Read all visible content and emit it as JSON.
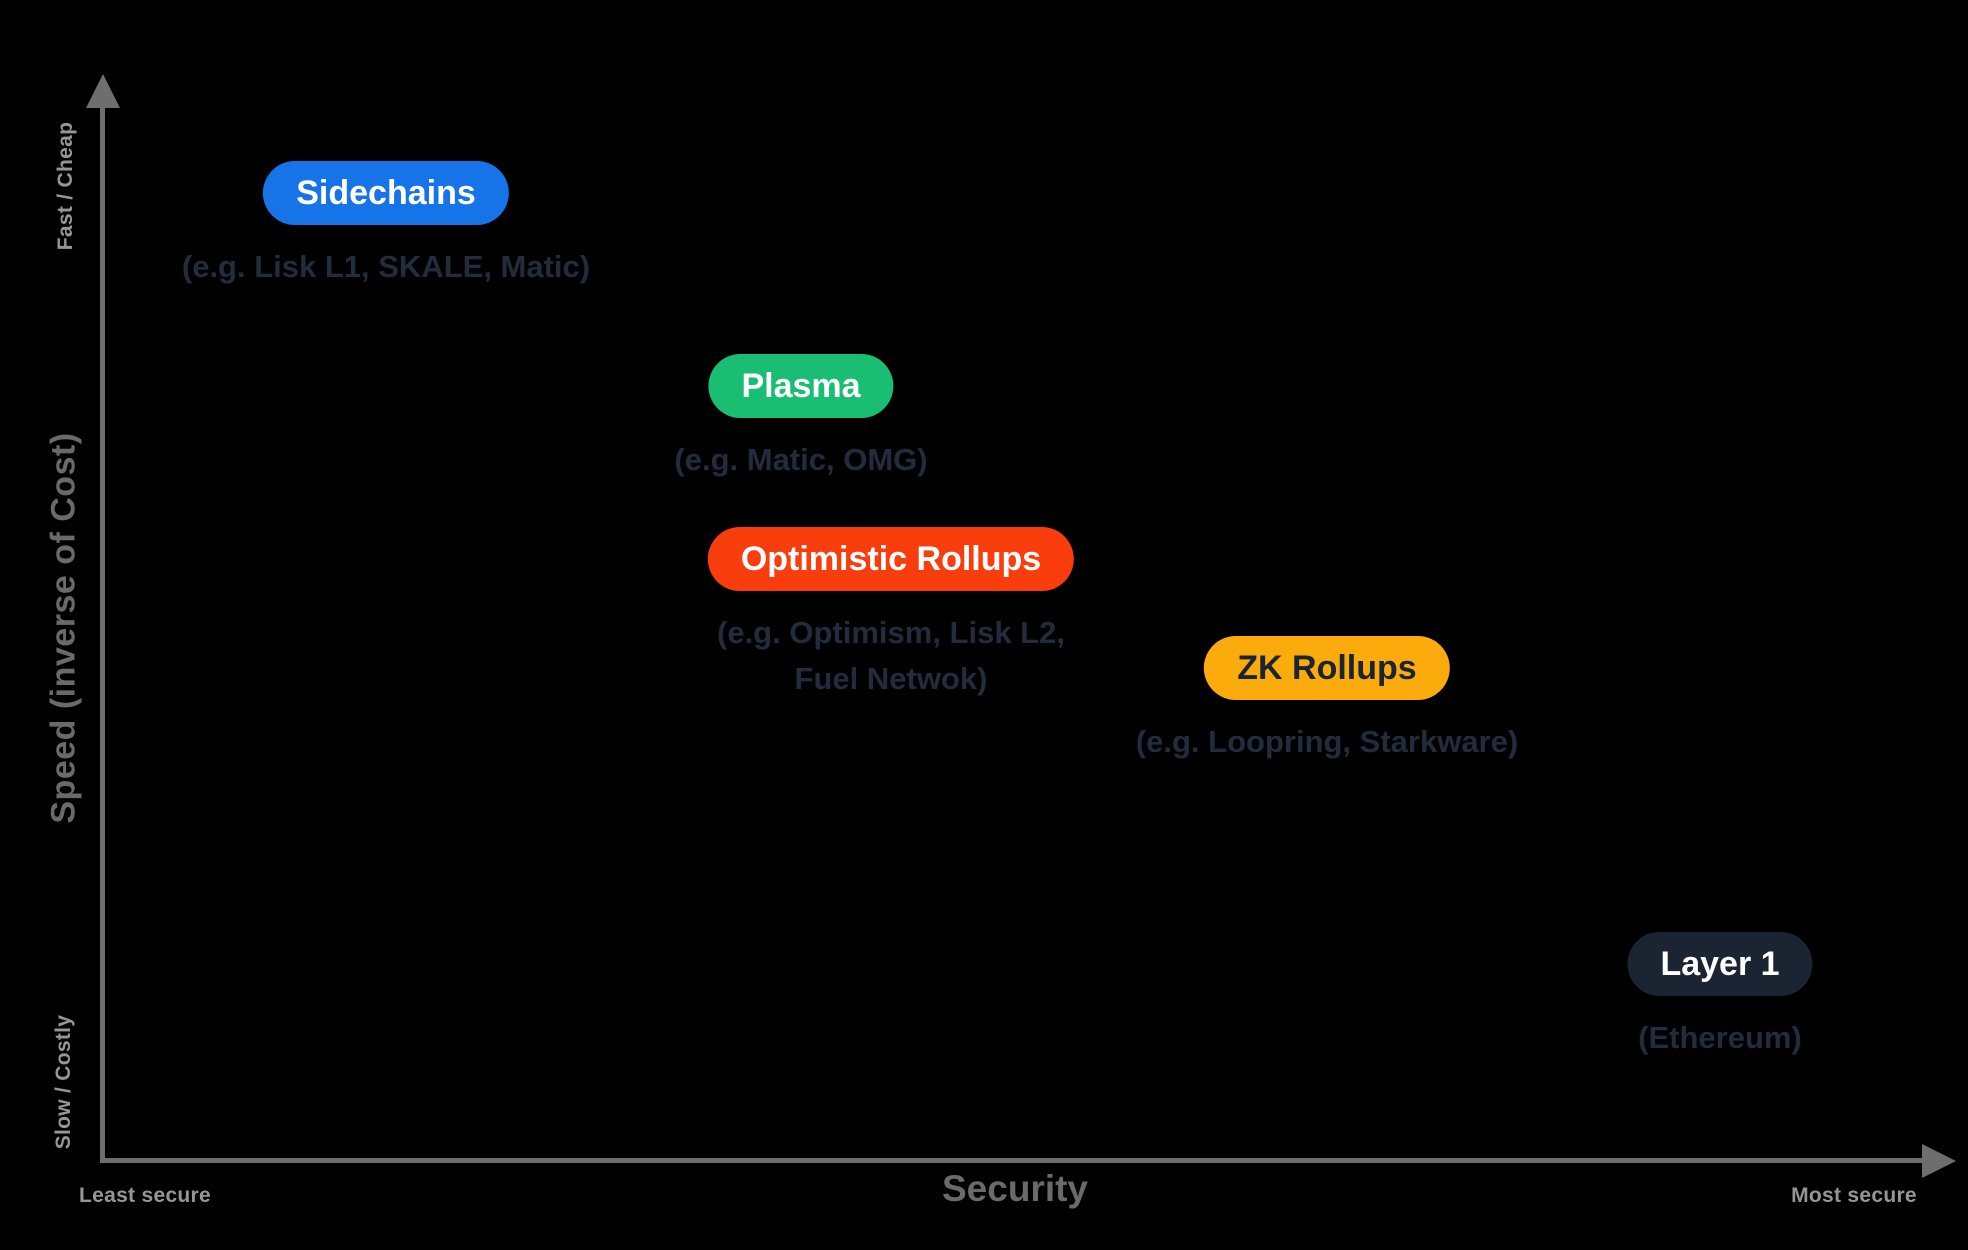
{
  "chart_data": {
    "type": "scatter",
    "title": "",
    "xlabel": "Security",
    "ylabel": "Speed (inverse of Cost)",
    "x_axis_min_label": "Least secure",
    "x_axis_max_label": "Most secure",
    "y_axis_min_label": "Slow / Costly",
    "y_axis_max_label": "Fast / Cheap",
    "x_range": [
      0,
      1
    ],
    "y_range": [
      0,
      1
    ],
    "grid": false,
    "legend": false,
    "points": [
      {
        "label": "Sidechains",
        "caption": [
          "(e.g. Lisk L1, SKALE, Matic)"
        ],
        "security": 0.15,
        "speed": 0.89,
        "color": "#1673E8",
        "text_color": "#FFFFFF"
      },
      {
        "label": "Plasma",
        "caption": [
          "(e.g. Matic, OMG)"
        ],
        "security": 0.38,
        "speed": 0.72,
        "color": "#19BE72",
        "text_color": "#FFFFFF"
      },
      {
        "label": "Optimistic Rollups",
        "caption": [
          "(e.g. Optimism, Lisk L2,",
          "Fuel Netwok)"
        ],
        "security": 0.43,
        "speed": 0.56,
        "color": "#FA3D0C",
        "text_color": "#FFFFFF"
      },
      {
        "label": "ZK Rollups",
        "caption": [
          "(e.g. Loopring, Starkware)"
        ],
        "security": 0.66,
        "speed": 0.45,
        "color": "#FCAB0C",
        "text_color": "#1B2433"
      },
      {
        "label": "Layer 1",
        "caption": [
          "(Ethereum)"
        ],
        "security": 0.87,
        "speed": 0.18,
        "color": "#1B2433",
        "text_color": "#FFFFFF"
      }
    ],
    "colors": {
      "background": "#000000",
      "axis": "#6E6E6E",
      "axis_title": "#6A6A6A",
      "axis_end_labels": "#969696",
      "caption_text": "#212C3D"
    }
  }
}
